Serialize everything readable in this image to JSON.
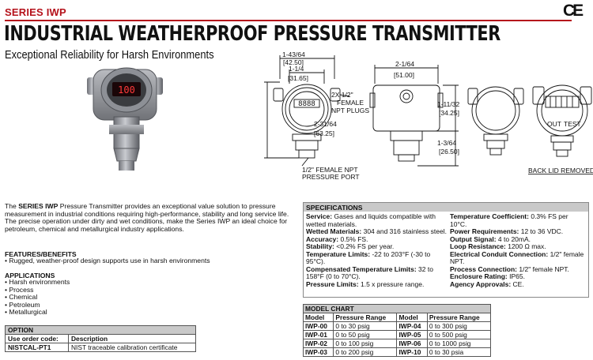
{
  "header": {
    "series": "SERIES IWP",
    "title": "INDUSTRIAL WEATHERPROOF PRESSURE TRANSMITTER",
    "subtitle": "Exceptional Reliability for Harsh Environments",
    "cert_mark": "CE"
  },
  "product_photo": {
    "display_reading": "100"
  },
  "drawings": {
    "front": {
      "width_outer": "1-43/64",
      "width_outer_mm": "[42.50]",
      "width_inner": "1-1/4",
      "width_inner_mm": "[31.65]",
      "height": "2-31/64",
      "height_mm": "[63.25]",
      "plug_note": [
        "2X 1/2\"",
        "FEMALE",
        "NPT PLUGS"
      ],
      "port_note": [
        "1/2\" FEMALE NPT",
        "PRESSURE PORT"
      ]
    },
    "side": {
      "width": "2-1/64",
      "width_mm": "[51.00]",
      "height_top": "1-11/32",
      "height_top_mm": "[34.25]",
      "height_bottom": "1-3/64",
      "height_bottom_mm": "[26.50]"
    },
    "back": {
      "terminals": [
        "OUT",
        "TEST"
      ],
      "caption": "BACK LID REMOVED"
    }
  },
  "description": {
    "intro_prefix": "The ",
    "intro_series": "SERIES IWP",
    "intro_suffix": " Pressure Transmitter provides an exceptional value solution to pressure measurement in industrial conditions requiring high-performance, stability and long service life. The precise operation under dirty and wet conditions, make the Series IWP an ideal choice for petroleum, chemical and metallurgical industry applications.",
    "features_heading": "FEATURES/BENEFITS",
    "features": [
      "Rugged, weather-proof design supports use in harsh environments"
    ],
    "applications_heading": "APPLICATIONS",
    "applications": [
      "Harsh environments",
      "Process",
      "Chemical",
      "Petroleum",
      "Metallurgical"
    ]
  },
  "option_table": {
    "title": "OPTION",
    "headers": [
      "Use order code:",
      "Description"
    ],
    "rows": [
      [
        "NISTCAL-PT1",
        "NIST traceable calibration certificate"
      ]
    ]
  },
  "specifications": {
    "title": "SPECIFICATIONS",
    "left": [
      {
        "label": "Service:",
        "value": " Gases and liquids compatible with wetted materials."
      },
      {
        "label": "Wetted Materials:",
        "value": " 304 and 316 stainless steel."
      },
      {
        "label": "Accuracy:",
        "value": " 0.5% FS."
      },
      {
        "label": "Stability:",
        "value": " <0.2% FS per year."
      },
      {
        "label": "Temperature Limits:",
        "value": " -22 to 203°F (-30 to 95°C)."
      },
      {
        "label": "Compensated Temperature Limits:",
        "value": " 32 to 158°F (0 to 70°C)."
      },
      {
        "label": "Pressure Limits:",
        "value": " 1.5 x pressure range."
      }
    ],
    "right": [
      {
        "label": "Temperature Coefficient:",
        "value": " 0.3% FS per 10°C."
      },
      {
        "label": "Power Requirements:",
        "value": " 12 to 36 VDC."
      },
      {
        "label": "Output Signal:",
        "value": " 4 to 20mA."
      },
      {
        "label": "Loop Resistance:",
        "value": " 1200 Ω max."
      },
      {
        "label": "Electrical Conduit Connection:",
        "value": " 1/2\" female NPT."
      },
      {
        "label": "Process Connection:",
        "value": " 1/2\" female NPT."
      },
      {
        "label": "Enclosure Rating:",
        "value": " IP65."
      },
      {
        "label": "Agency Approvals:",
        "value": " CE."
      }
    ]
  },
  "model_chart": {
    "title": "MODEL CHART",
    "headers": [
      "Model",
      "Pressure Range",
      "Model",
      "Pressure Range"
    ],
    "rows": [
      [
        "IWP-00",
        "0 to 30 psig",
        "IWP-04",
        "0 to 300 psig"
      ],
      [
        "IWP-01",
        "0 to 50 psig",
        "IWP-05",
        "0 to 500 psig"
      ],
      [
        "IWP-02",
        "0 to 100 psig",
        "IWP-06",
        "0 to 1000 psig"
      ],
      [
        "IWP-03",
        "0 to 200 psig",
        "IWP-10",
        "0 to 30 psia"
      ]
    ]
  }
}
